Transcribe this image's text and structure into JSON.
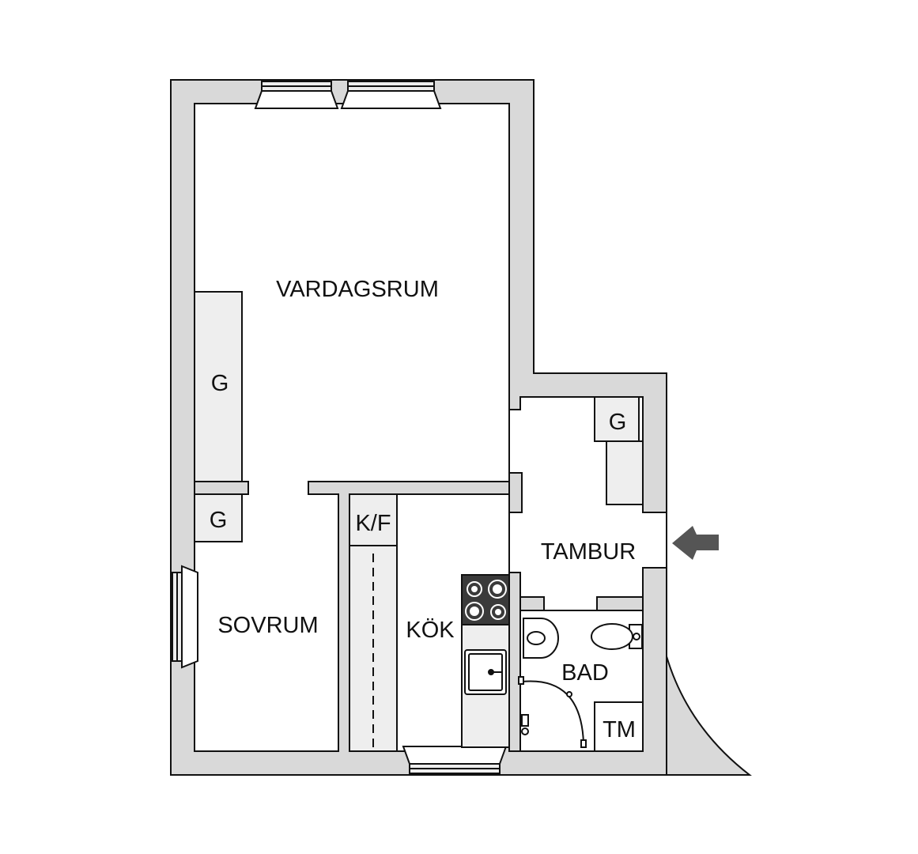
{
  "colors": {
    "wall": "#d9d9d9",
    "fixture": "#eeeeee",
    "line": "#111111",
    "stove": "#3a3a3a",
    "arrow": "#555555"
  },
  "rooms": {
    "vardagsrum": "VARDAGSRUM",
    "sovrum": "SOVRUM",
    "kok": "KÖK",
    "tambur": "TAMBUR",
    "bad": "BAD"
  },
  "fixtures": {
    "wardrobe_living": "G",
    "wardrobe_bedroom": "G",
    "wardrobe_hall": "G",
    "fridge_freezer": "K/F",
    "washing_machine": "TM"
  },
  "icons": {
    "entrance": "entrance-arrow-icon"
  }
}
